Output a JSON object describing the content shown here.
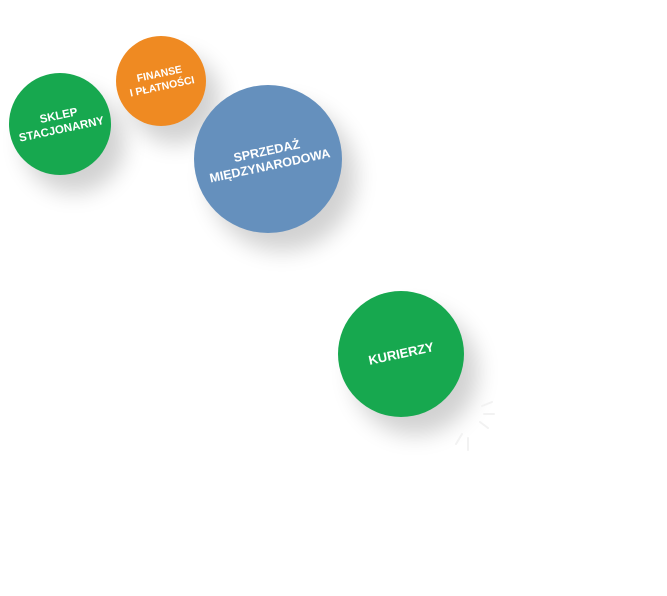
{
  "colors": {
    "green": "#17a84f",
    "orange": "#ef8a22",
    "blue": "#6590bd"
  },
  "bubbles": [
    {
      "id": "sklep",
      "lines": [
        "SKLEP",
        "STACJONARNY"
      ],
      "color": "#17a84f"
    },
    {
      "id": "finanse",
      "lines": [
        "FINANSE",
        "I PŁATNOŚCI"
      ],
      "color": "#ef8a22"
    },
    {
      "id": "sprzedaz",
      "lines": [
        "SPRZEDAŻ",
        "MIĘDZYNARODOWA"
      ],
      "color": "#6590bd"
    },
    {
      "id": "kurierzy",
      "lines": [
        "KURIERZY"
      ],
      "color": "#17a84f"
    }
  ]
}
